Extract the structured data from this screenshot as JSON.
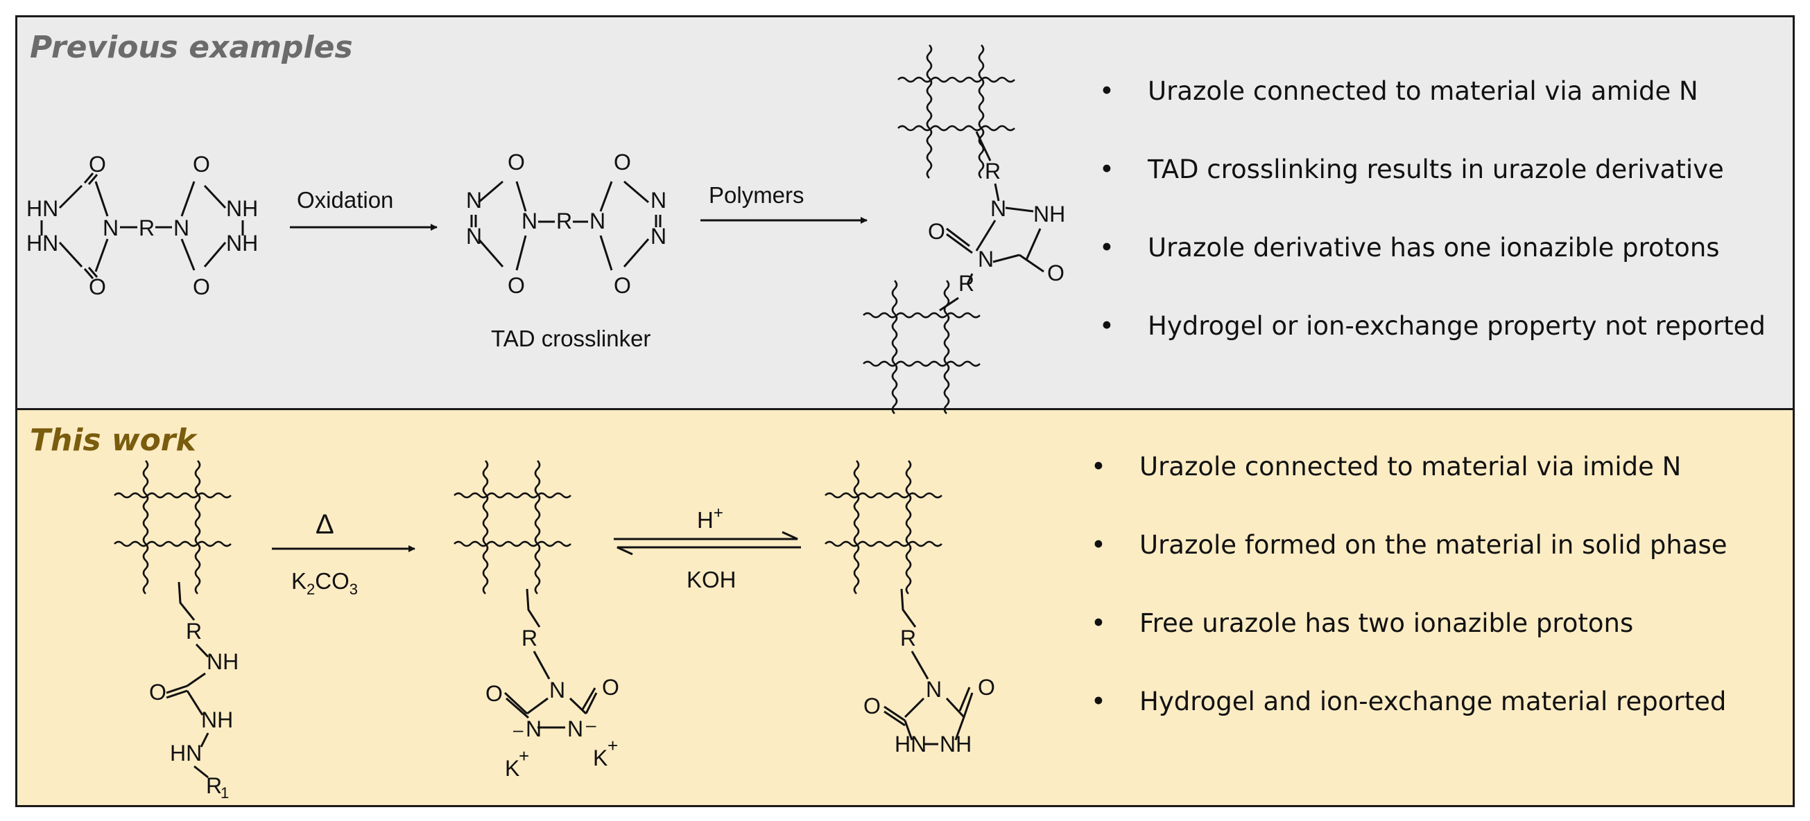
{
  "panels": {
    "previous": {
      "heading": "Previous examples",
      "reagents": {
        "oxidation": "Oxidation",
        "polymers": "Polymers"
      },
      "caption": "TAD crosslinker",
      "bullets": [
        "Urazole connected to material via amide N",
        "TAD crosslinking results in urazole derivative",
        "Urazole derivative has one ionazible protons",
        "Hydrogel or ion-exchange property not reported"
      ]
    },
    "this_work": {
      "heading": "This work",
      "reagents": {
        "heat": "Δ",
        "base": "K2CO3",
        "acid": "H+",
        "koh": "KOH"
      },
      "bullets": [
        "Urazole connected to material via imide N",
        "Urazole formed on the material in solid phase",
        "Free urazole has two ionazible protons",
        "Hydrogel and ion-exchange material reported"
      ]
    }
  },
  "colors": {
    "previous_bg": "#ebebeb",
    "this_work_bg": "#fcecc4",
    "previous_heading": "#6b6b6b",
    "this_work_heading": "#7a5c0e"
  }
}
